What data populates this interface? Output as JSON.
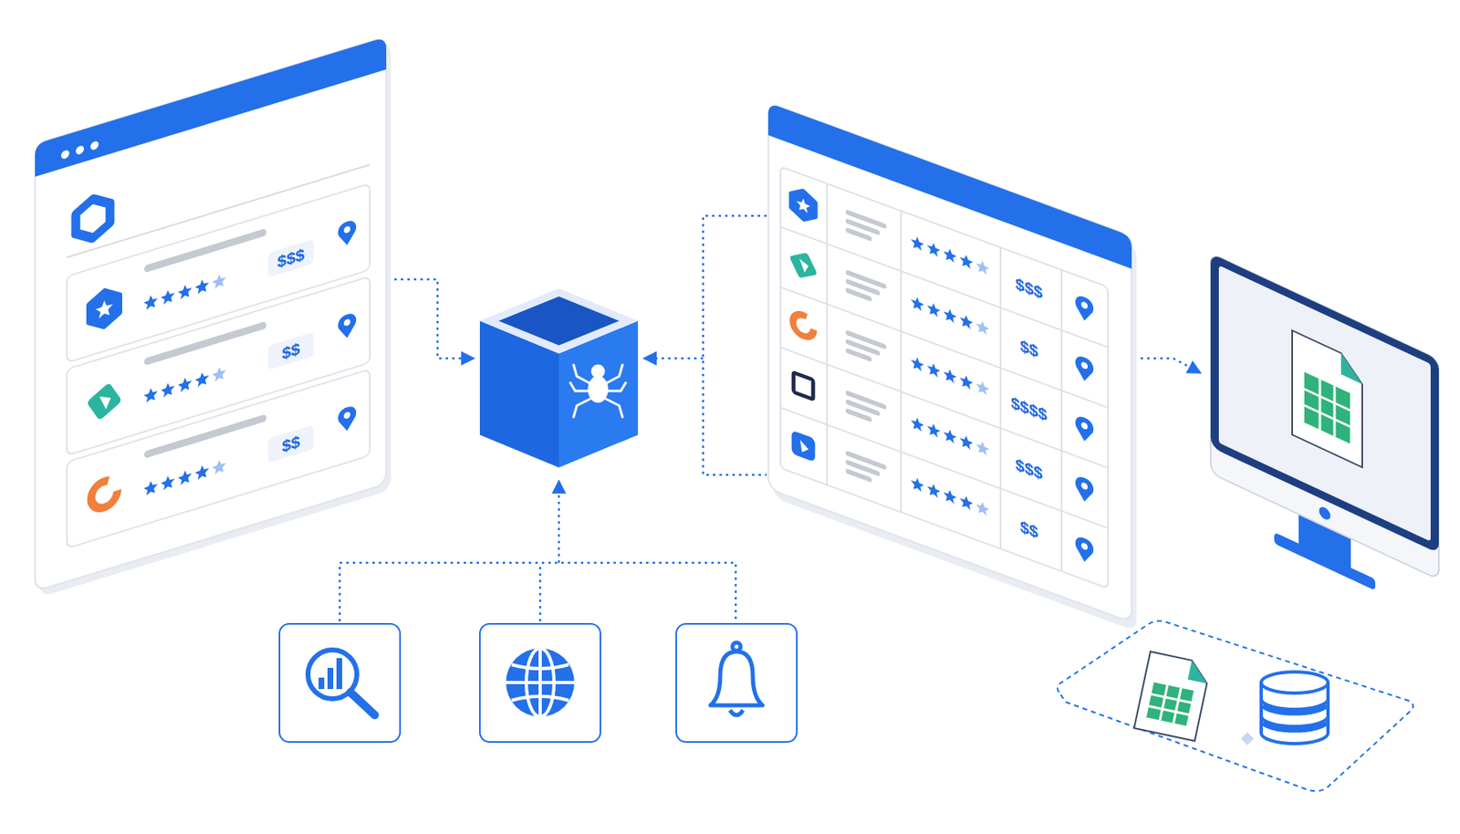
{
  "diagram": {
    "labels": [
      "$$$",
      "$$",
      "$$",
      "$$$",
      "$$",
      "$$$$",
      "$$$",
      "$$"
    ]
  }
}
